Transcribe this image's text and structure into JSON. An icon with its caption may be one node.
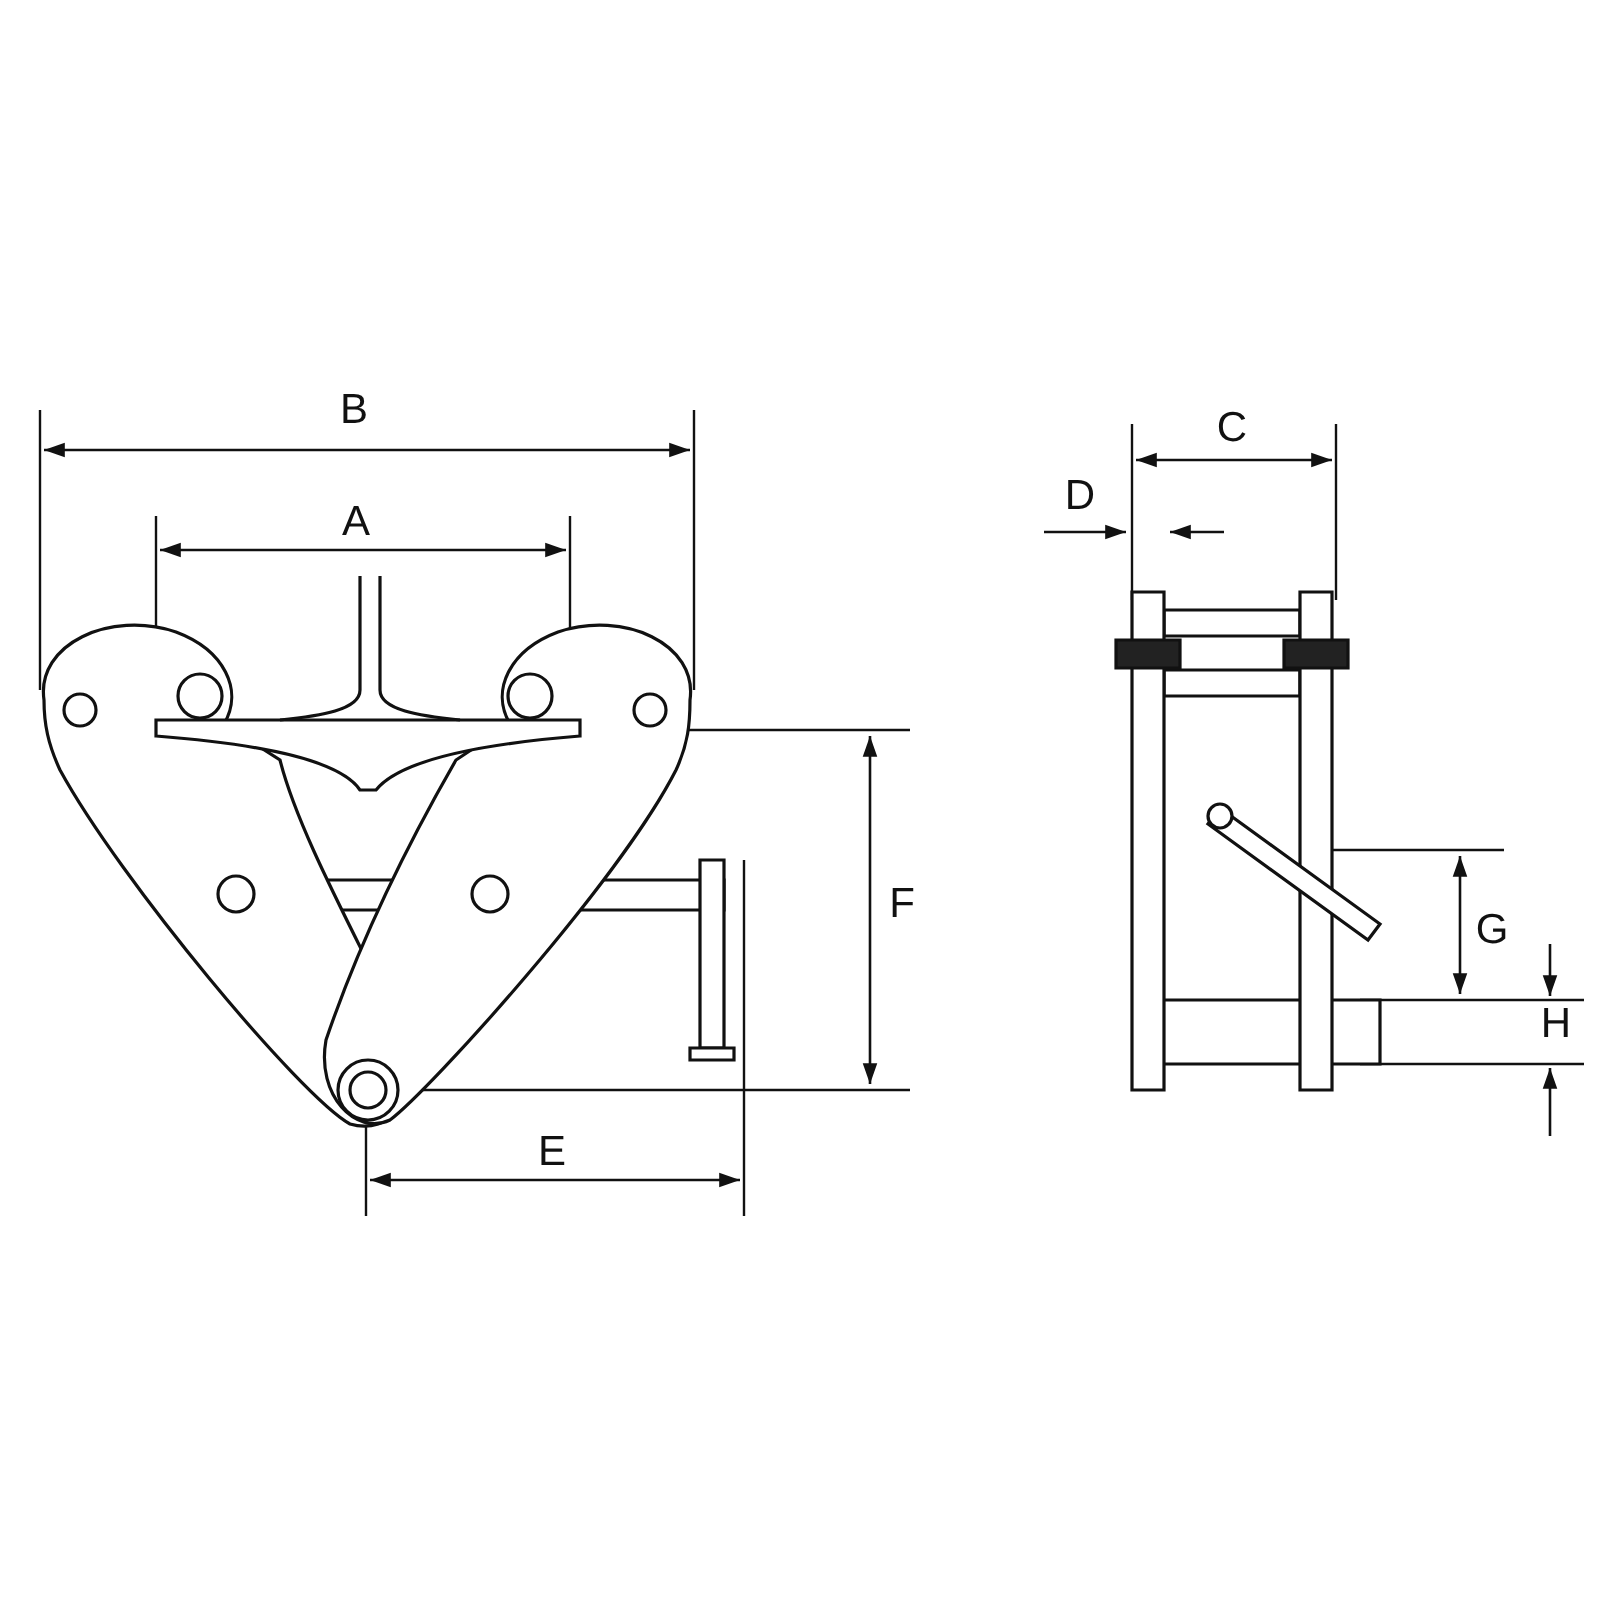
{
  "diagram": {
    "labels": [
      "B",
      "C",
      "D",
      "A",
      "F",
      "G",
      "H",
      "E"
    ]
  }
}
